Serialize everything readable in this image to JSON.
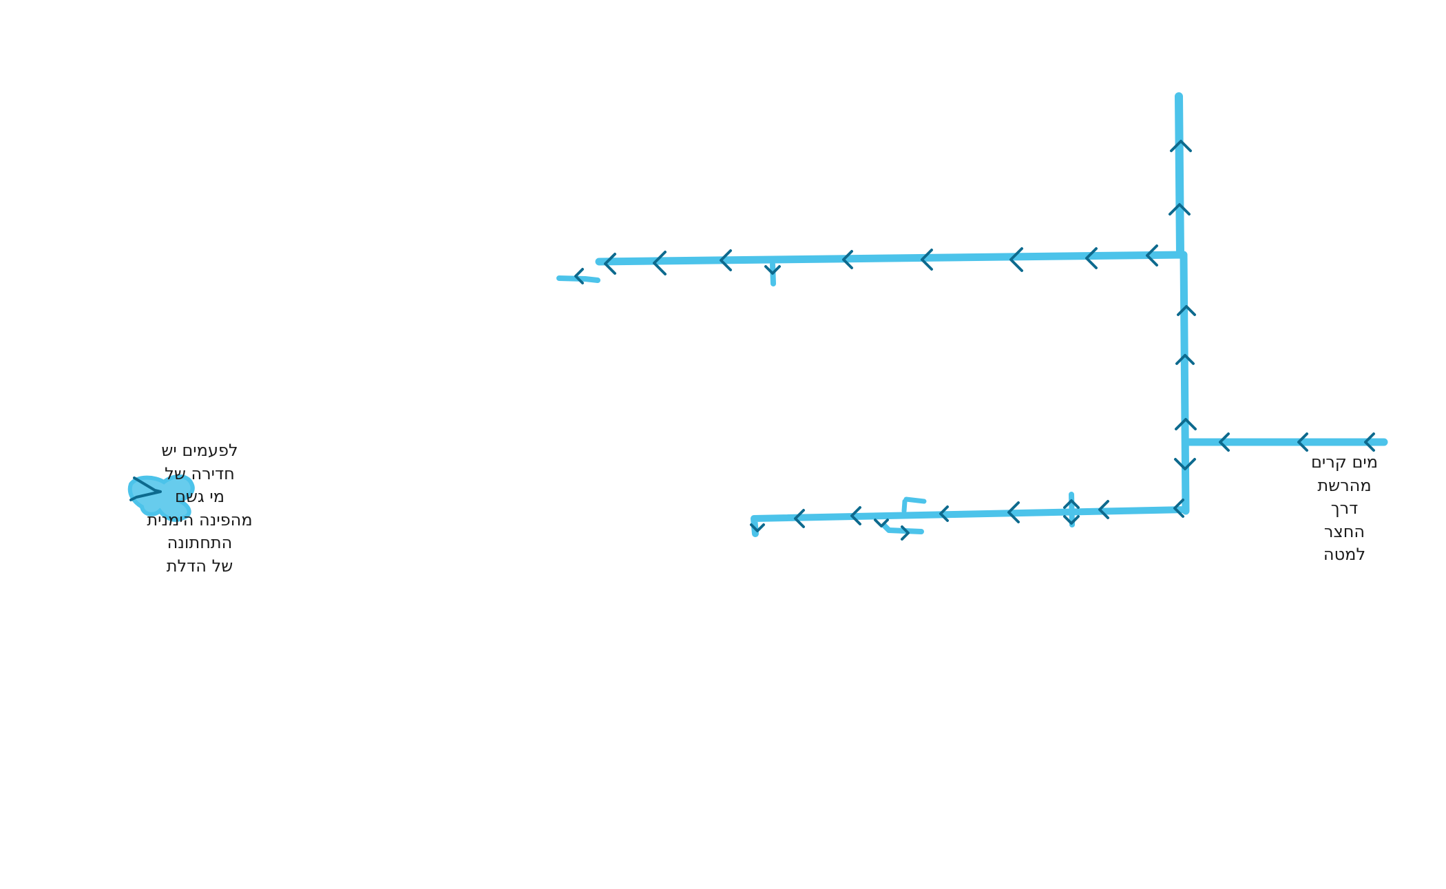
{
  "colors": {
    "pipe": "#4cc3ea",
    "arrow": "#0d6a8e",
    "text": "#1a1a1a"
  },
  "notes": {
    "left_lines": [
      "לפעמים יש",
      "חדירה של",
      "מי גשם",
      "מהפינה הימנית",
      "התחתונה",
      "של הדלת"
    ],
    "right_lines": [
      "מים קרים",
      "מהרשת",
      "דרך",
      "החצר",
      "למטה"
    ]
  }
}
